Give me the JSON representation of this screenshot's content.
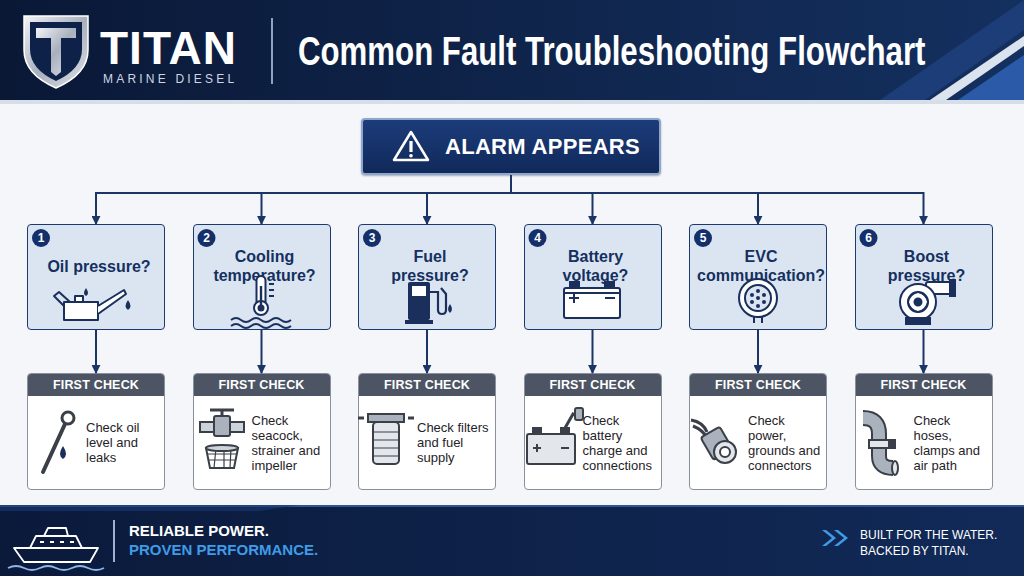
{
  "diagram": {
    "title": "Common Fault Troubleshooting Flowchart",
    "nodes": [
      {
        "text": [
          "ALARM APPEARS"
        ]
      },
      {
        "text": [
          "Oil pressure?"
        ]
      },
      {
        "text": [
          "Cooling temperature?"
        ]
      },
      {
        "text": [
          "Fuel pressure?"
        ]
      },
      {
        "text": [
          "Battery voltage?"
        ]
      },
      {
        "text": [
          "EVC communication?"
        ]
      },
      {
        "text": [
          "Boost pressure?"
        ]
      },
      {
        "text": [
          "FIRST CHECK",
          "Check oil level and leaks"
        ]
      },
      {
        "text": [
          "FIRST CHECK",
          "Check seacock, strainer and impeller"
        ]
      },
      {
        "text": [
          "FIRST CHECK",
          "Check filters and fuel supply"
        ]
      },
      {
        "text": [
          "FIRST CHECK",
          "Check battery charge and connections"
        ]
      },
      {
        "text": [
          "FIRST CHECK",
          "Check power, grounds and connectors"
        ]
      },
      {
        "text": [
          "FIRST CHECK",
          "Check hoses, clamps and air path"
        ]
      }
    ],
    "edges": [
      {
        "from": 0,
        "to": 1,
        "arrow": "to"
      },
      {
        "from": 0,
        "to": 2,
        "arrow": "to"
      },
      {
        "from": 0,
        "to": 3,
        "arrow": "to"
      },
      {
        "from": 0,
        "to": 4,
        "arrow": "to"
      },
      {
        "from": 0,
        "to": 5,
        "arrow": "to"
      },
      {
        "from": 0,
        "to": 6,
        "arrow": "to"
      },
      {
        "from": 1,
        "to": 7,
        "arrow": "to"
      },
      {
        "from": 2,
        "to": 8,
        "arrow": "to"
      },
      {
        "from": 3,
        "to": 9,
        "arrow": "to"
      },
      {
        "from": 4,
        "to": 10,
        "arrow": "to"
      },
      {
        "from": 5,
        "to": 11,
        "arrow": "to"
      },
      {
        "from": 6,
        "to": 12,
        "arrow": "to"
      }
    ],
    "labels": [
      "TITAN",
      "MARINE DIESEL",
      "1",
      "2",
      "3",
      "4",
      "5",
      "6",
      "RELIABLE POWER.",
      "PROVEN PERFORMANCE.",
      "BUILT FOR THE WATER. BACKED BY TITAN."
    ]
  }
}
